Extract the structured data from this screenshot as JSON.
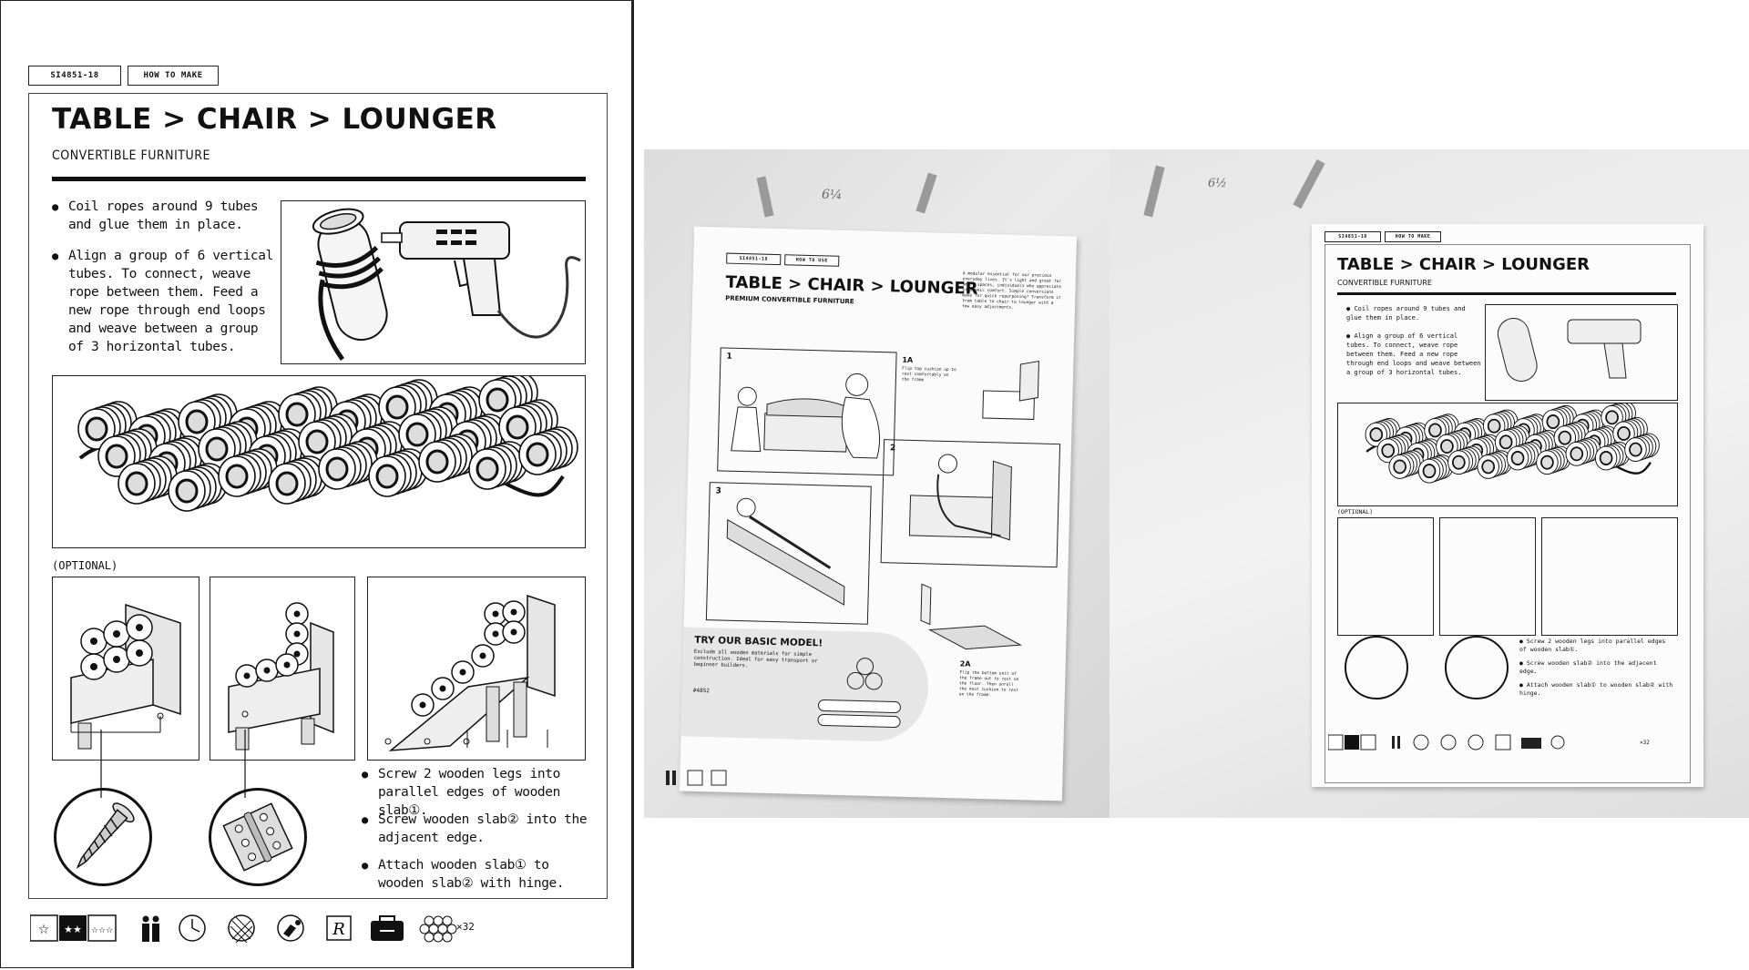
{
  "sheet": {
    "code_tag": "SI4851-18",
    "mode_tag": "HOW TO MAKE",
    "title": "TABLE > CHAIR > LOUNGER",
    "subtitle": "CONVERTIBLE FURNITURE",
    "instructions": [
      "Coil ropes around 9 tubes and glue them in place.",
      "Align a group of 6 vertical tubes. To connect, weave rope between them. Feed a new rope through end loops and weave between a group of 3 horizontal tubes."
    ],
    "optional_label": "(OPTIONAL)",
    "hardware_steps": [
      "Screw 2 wooden legs into parallel edges of wooden slab①.",
      "Screw wooden slab② into the adjacent edge.",
      "Attach wooden slab① to wooden slab② with hinge."
    ],
    "quantity_label": "×32",
    "icons": [
      "star-icon",
      "two-stars-icon",
      "three-stars-icon",
      "two-people-icon",
      "clock-icon",
      "texture-icon",
      "tools-icon",
      "r-mark-icon",
      "toolbox-icon",
      "tubes-bundle-icon"
    ]
  },
  "photo_left": {
    "handwritten": "6¼",
    "code_tag": "SI4851-18",
    "mode_tag": "HOW TO USE",
    "title": "TABLE > CHAIR > LOUNGER",
    "subtitle": "PREMIUM CONVERTIBLE FURNITURE",
    "blurb": "A modular essential for our precious everyday lives. It's light and great for small spaces, individuals who appreciate ergonomic comfort. Simple conversions make for quick repurposing! Transform it from table to chair to lounger with a few easy adjustments.",
    "steps": [
      {
        "num": "1",
        "text": ""
      },
      {
        "num": "1A",
        "text": "Flip top cushion up to rest comfortably on the frame"
      },
      {
        "num": "2",
        "text": ""
      },
      {
        "num": "2A",
        "text": "Flip the bottom unit of the frame out to rest on the floor. Then unroll the next cushion to rest on the frame."
      },
      {
        "num": "3",
        "text": ""
      }
    ],
    "promo_title": "TRY OUR BASIC MODEL!",
    "promo_text": "Exclude all wooden materials for simple construction. Ideal for easy transport or beginner builders.",
    "promo_code": "#4852"
  },
  "photo_right": {
    "handwritten": "6½",
    "code_tag": "SI4851-18",
    "mode_tag": "HOW TO MAKE",
    "title": "TABLE > CHAIR > LOUNGER",
    "subtitle": "CONVERTIBLE FURNITURE",
    "instructions": [
      "Coil ropes around 9 tubes and glue them in place.",
      "Align a group of 6 vertical tubes. To connect, weave rope between them. Feed a new rope through end loops and weave between a group of 3 horizontal tubes."
    ],
    "optional_label": "(OPTIONAL)",
    "hardware_steps": [
      "Screw 2 wooden legs into parallel edges of wooden slab①.",
      "Screw wooden slab② into the adjacent edge.",
      "Attach wooden slab① to wooden slab② with hinge."
    ],
    "quantity_label": "×32"
  }
}
